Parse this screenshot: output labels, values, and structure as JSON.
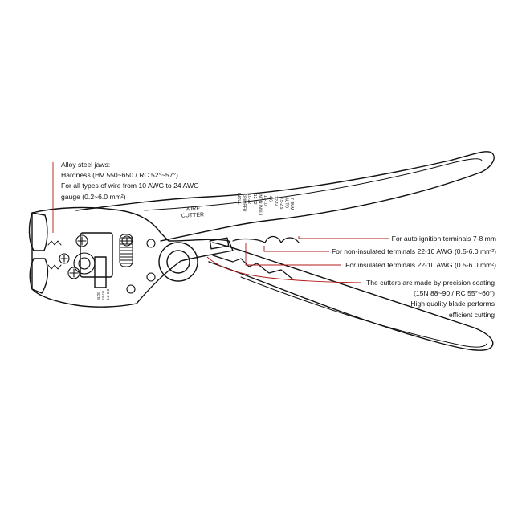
{
  "left_callout": {
    "lines": [
      "Alloy steel jaws:",
      "Hardness (HV 550~650 / RC 52°~57°)",
      "For all types of wire from 10 AWG to 24 AWG",
      "gauge (0.2~6.0 mm²)"
    ]
  },
  "right_callouts": [
    {
      "lines": [
        "For auto ignition terminals 7-8 mm"
      ]
    },
    {
      "lines": [
        "For non-insulated terminals 22-10 AWG (0.5-6.0 mm²)"
      ]
    },
    {
      "lines": [
        "For insulated terminals 22-10 AWG (0.5-6.0 mm²)"
      ]
    },
    {
      "lines": [
        "The cutters are made by precision coating",
        "(15N 88~90 / RC 55°~60°)",
        "High quality blade performs",
        "efficient cutting"
      ]
    }
  ],
  "tool_labels": {
    "wire_cutter": [
      "WIRE",
      "CUTTER"
    ],
    "crimp_scale": [
      "INSUL",
      "CRIMPER",
      "10-22",
      "12-22",
      "NON INSUL",
      "12-10",
      "4-6",
      "22-14",
      "0.5-2.5",
      "AUTO",
      "7-8MM"
    ],
    "strip_scale": [
      "SIZE",
      "24-10",
      "0.2-6.0"
    ]
  },
  "colors": {
    "outline": "#111111",
    "leader_line": "#b01818"
  }
}
